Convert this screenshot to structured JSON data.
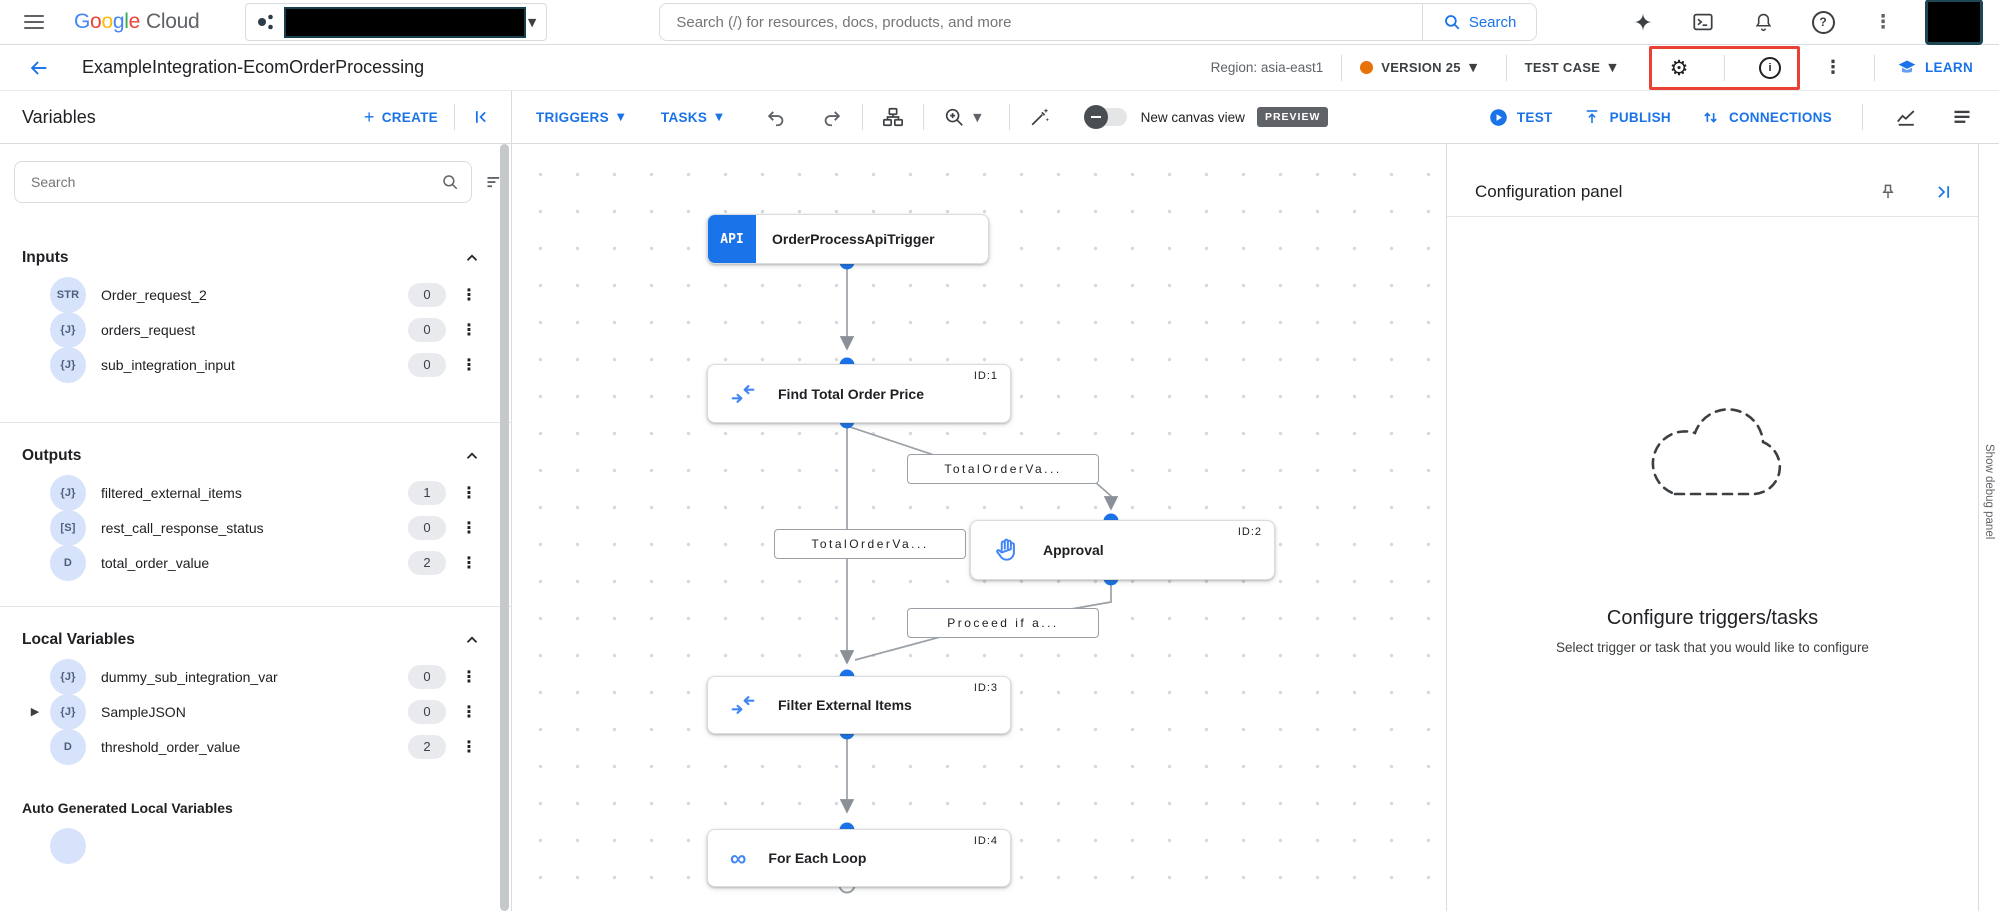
{
  "topbar": {
    "logo_letters": [
      "G",
      "o",
      "o",
      "g",
      "l",
      "e"
    ],
    "logo_cloud": "Cloud",
    "search_placeholder": "Search (/) for resources, docs, products, and more",
    "search_button": "Search"
  },
  "header": {
    "title": "ExampleIntegration-EcomOrderProcessing",
    "region": "Region: asia-east1",
    "version": "VERSION 25",
    "test_case": "TEST CASE",
    "learn": "LEARN"
  },
  "toolbar": {
    "panel_title": "Variables",
    "create": "CREATE",
    "triggers": "TRIGGERS",
    "tasks": "TASKS",
    "new_canvas": "New canvas view",
    "preview": "PREVIEW",
    "test": "TEST",
    "publish": "PUBLISH",
    "connections": "CONNECTIONS"
  },
  "sidebar": {
    "search_placeholder": "Search",
    "sections": [
      {
        "title": "Inputs",
        "items": [
          {
            "type": "STR",
            "name": "Order_request_2",
            "count": "0"
          },
          {
            "type": "{J}",
            "name": "orders_request",
            "count": "0"
          },
          {
            "type": "{J}",
            "name": "sub_integration_input",
            "count": "0"
          }
        ]
      },
      {
        "title": "Outputs",
        "items": [
          {
            "type": "{J}",
            "name": "filtered_external_items",
            "count": "1"
          },
          {
            "type": "[S]",
            "name": "rest_call_response_status",
            "count": "0"
          },
          {
            "type": "D",
            "name": "total_order_value",
            "count": "2"
          }
        ]
      },
      {
        "title": "Local Variables",
        "items": [
          {
            "type": "{J}",
            "name": "dummy_sub_integration_var",
            "count": "0"
          },
          {
            "type": "{J}",
            "name": "SampleJSON",
            "count": "0"
          },
          {
            "type": "D",
            "name": "threshold_order_value",
            "count": "2"
          }
        ]
      }
    ],
    "auto_generated_title": "Auto Generated Local Variables"
  },
  "canvas": {
    "trigger": {
      "icon_label": "API",
      "title": "OrderProcessApiTrigger"
    },
    "tasks": [
      {
        "id": "ID:1",
        "title": "Find Total Order Price"
      },
      {
        "id": "ID:2",
        "title": "Approval"
      },
      {
        "id": "ID:3",
        "title": "Filter External Items"
      },
      {
        "id": "ID:4",
        "title": "For Each Loop"
      }
    ],
    "edge_labels": [
      "TotalOrderVa...",
      "TotalOrderVa...",
      "Proceed if a..."
    ]
  },
  "config_panel": {
    "title": "Configuration panel",
    "empty_title": "Configure triggers/tasks",
    "empty_subtitle": "Select trigger or task that you would like to configure"
  },
  "debug": {
    "label": "Show debug panel"
  },
  "colors": {
    "accent_blue": "#1a73e8",
    "icon_blue": "#4285f4",
    "version_dot_orange": "#e8710a",
    "highlight_red": "#e94235",
    "preview_badge_bg": "#5f6368",
    "type_badge_bg": "#d7e2fb",
    "count_pill_bg": "#e8eaed",
    "node_border": "#dadce0",
    "edge_gray": "#9aa0a6"
  }
}
